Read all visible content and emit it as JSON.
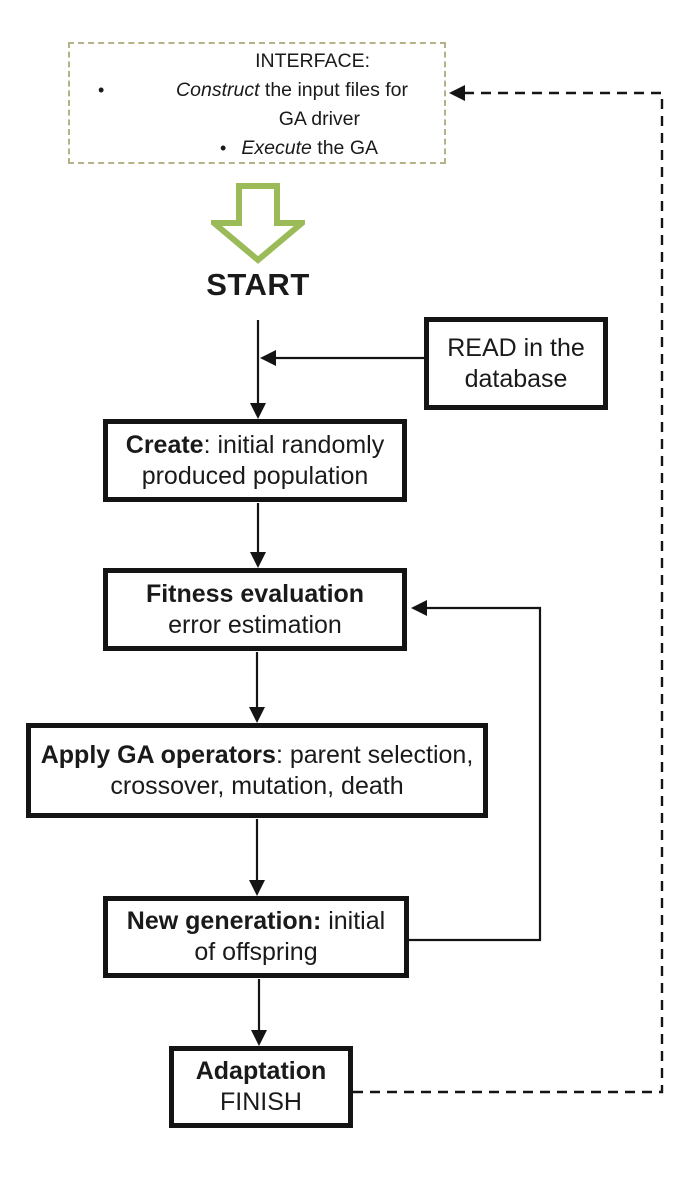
{
  "colors": {
    "green_arrow": "#9bbb59",
    "interface_dash": "#b5b287",
    "ink": "#141414"
  },
  "interface_box": {
    "title": "INTERFACE:",
    "bullet": "•",
    "item1_italic": "Construct",
    "item1_rest": " the input files for",
    "item1_line2": "GA driver",
    "item2_italic": "Execute",
    "item2_rest": " the GA"
  },
  "start_label": "START",
  "flow_boxes": {
    "read": {
      "line1": "READ in the",
      "line2": "database"
    },
    "create": {
      "bold": "Create",
      "rest": ": initial randomly",
      "line2": "produced population"
    },
    "fitness": {
      "bold": "Fitness evaluation",
      "line2": "error estimation"
    },
    "apply_ga": {
      "bold": "Apply GA operators",
      "rest": ": parent selection,",
      "line2": "crossover, mutation, death"
    },
    "new_generation": {
      "bold": "New generation:",
      "rest": " initial",
      "line2": "of offspring"
    },
    "adaptation": {
      "bold": "Adaptation",
      "line2": "FINISH"
    }
  }
}
